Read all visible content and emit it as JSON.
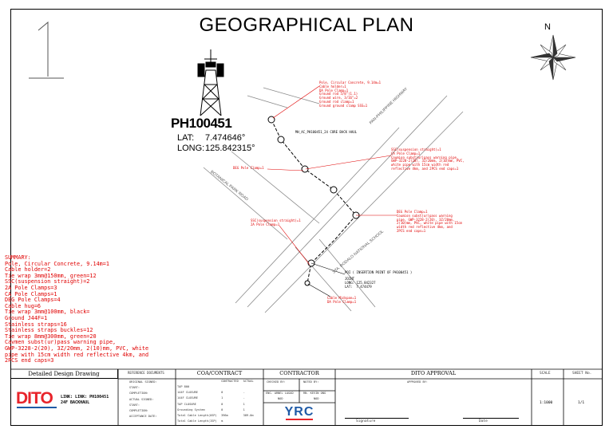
{
  "title": "GEOGRAPHICAL PLAN",
  "north_label": "N",
  "site": {
    "id": "PH100451",
    "lat_label": "LAT:",
    "lat_value": "7.474646°",
    "long_label": "LONG:",
    "long_value": "125.842315°"
  },
  "summary": [
    "SUMMARY:",
    "Pole, Circular Concrete, 9.14m=1",
    "Cable holder=2",
    "Tie wrap 3mm@150mm, green=12",
    "SSC(suspension straight)=2",
    "2A Pole Clamps=3",
    "CA Pole Clamps=1",
    "DEG Pole Clamps=4",
    "Cable hug=6",
    "Tie wrap 3mm@100mm, black=",
    "Ground J44F=1",
    "Stainless straps=16",
    "Stainless straps buckles=12",
    "Tie wrap 8mm@300mm, green=20",
    "Cavmen subst(ur)pass warning pipe,",
    "GWP-3228-2(20), 3Z/20mm, 2(10)mm, PVC, white",
    "pipe with 15cm width red reflective 4km, and",
    "2PCS end caps=3"
  ],
  "notes": {
    "top_right": "Pole, Circular Concrete, 9.14m=1\nCable holder=1\nDA Pole Clamp=1\nGround rod 5/8\"(1.1)\nGround wire, 3/16\"=2\nGround rod clamp=1\nGround ground clamp SSS=1",
    "mh_ac": "MH_AC_PH100451_24 CORE BACK HAUL",
    "right_mid": "SSC(suspension straight)=1\nCA Pole Clamp=1\nCoumion subst(ur)pass warning pipe,\nGWP-3228-2(20), 3Z/20mm, 2(10)mm, PVC,\nwhite pipe with 15cm width red\nreflective 4km, and 2PCS end caps=1",
    "deg_left": "DEG Pole Clamp=1",
    "right_low": "DEG Pole Clamp=1\nCoumion subst(ur)pass warning\npipe, GWP-3228-2(20), 3Z/20mm,\n2(10)mm, PVC, white pipe with 15cm\nwidth red reflective 4km, and\n2PCS end caps=1",
    "ssc_left": "SSC(suspension straight)=1\n2A Pole Clamp=1",
    "poi": "POI ( INSERTION POINT OF PH100451 )",
    "joint": "JOINT\nLONG: 125.842327\nLAT:  7.474479",
    "cable_mid": "Cable Midspan=1\nDA Pole Clamp=1"
  },
  "roads": {
    "botanical": "BOTANICAL PARK ROAD",
    "highway": "PAN-PHILIPPINE HIGHWAY",
    "school": "STA. RODALO NATIONAL SCHOOL"
  },
  "title_block": {
    "drawing_label": "Detailed Design Drawing",
    "link_text": "LINK: LINK: PH100451",
    "link_sub": "24F BACKHAUL",
    "logo_text": "DITO",
    "reference_header": "REFERENCE DOCUMENTS",
    "reference_rows": [
      "ORIGINAL SIGNED:",
      "START:",
      "COMPLETION:",
      "ACTUAL SIGNED:",
      "START:",
      "COMPLETION:",
      "ACCEPTANCE DATE:"
    ],
    "coa_header": "COA/CONTRACT",
    "coa_cols": [
      "",
      "CONTRACTED",
      "ACTUAL"
    ],
    "coa_rows": [
      [
        "TAP 800",
        "",
        ""
      ],
      [
        "144F CLOSURE",
        "0",
        "-"
      ],
      [
        "144F CLOSURE",
        "1",
        "-"
      ],
      [
        "TAP CLOSURE",
        "0",
        "1"
      ],
      [
        "Grounding System",
        "0",
        "1"
      ],
      [
        "Total Cable Length(OSP)",
        "396m",
        "389.0m"
      ],
      [
        "Total Cable Length(ISP)",
        "m",
        ""
      ]
    ],
    "contractor_header": "CONTRACTOR",
    "contractor_cols": [
      "CHECKED BY:",
      "NOTED BY:"
    ],
    "contractor_sig": [
      "ENG. ARNEL LAGAD",
      "RN. KEVIN ONG"
    ],
    "contractor_roles": [
      "NOD",
      "NOD"
    ],
    "contractor_logo": "YRC",
    "dito_approval_header": "DITO APPROVAL",
    "approved_by": "APPROVED BY:",
    "signature_label": "Signature",
    "date_label": "Date",
    "scale_header": "SCALE",
    "scale_value": "1:1000",
    "sheet_header": "SHEET No.",
    "sheet_value": "1/1"
  },
  "colors": {
    "annotation": "#e00000",
    "road": "#8a8a8a",
    "dito_red": "#e8242b",
    "dito_blue": "#1f5aa6"
  }
}
